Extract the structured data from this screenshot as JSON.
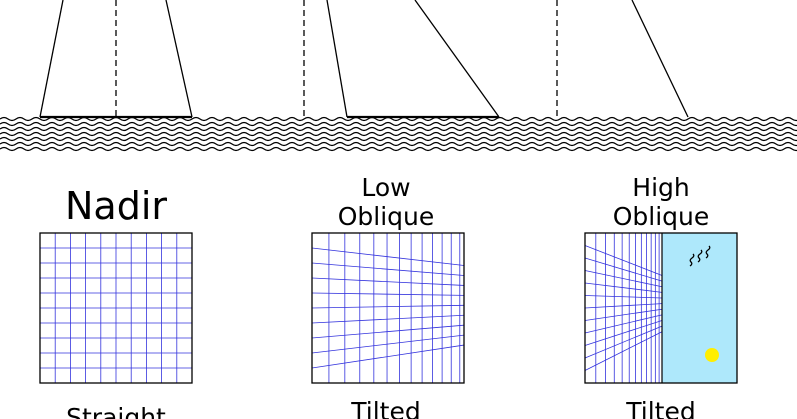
{
  "panels": [
    {
      "id": "nadir",
      "title": [
        "Nadir"
      ],
      "caption": "Straight"
    },
    {
      "id": "low-oblique",
      "title": [
        "Low",
        "Oblique"
      ],
      "caption": "Tilted"
    },
    {
      "id": "high-oblique",
      "title": [
        "High",
        "Oblique"
      ],
      "caption": "Tilted"
    }
  ],
  "colors": {
    "ink": "#000000",
    "grid": "#3333dd",
    "sky": "#aee8fb",
    "sun": "#ffee00",
    "background": "#ffffff"
  },
  "icons": {
    "sun": "sun-icon",
    "birds": "birds-icon",
    "ground": "ground-wave-pattern"
  }
}
